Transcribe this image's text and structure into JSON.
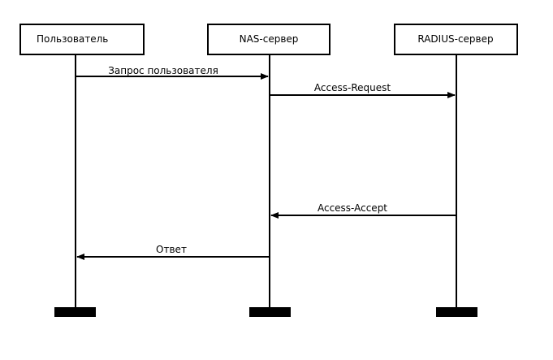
{
  "diagram": {
    "participants": [
      {
        "id": "user",
        "label": "Пользователь"
      },
      {
        "id": "nas",
        "label": "NAS-сервер"
      },
      {
        "id": "radius",
        "label": "RADIUS-сервер"
      }
    ],
    "messages": [
      {
        "from": "user",
        "to": "nas",
        "label": "Запрос пользователя"
      },
      {
        "from": "nas",
        "to": "radius",
        "label": "Access-Request"
      },
      {
        "from": "radius",
        "to": "nas",
        "label": "Access-Accept"
      },
      {
        "from": "nas",
        "to": "user",
        "label": "Ответ"
      }
    ],
    "colors": {
      "stroke": "#000000",
      "background": "#ffffff"
    }
  }
}
